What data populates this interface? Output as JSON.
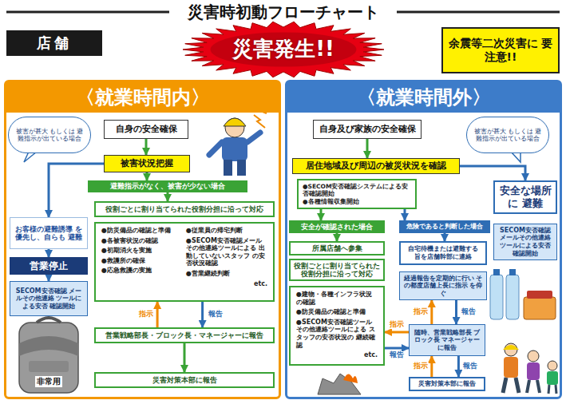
{
  "diagram": {
    "title": "災害時初動フローチャート",
    "nodes": [
      {
        "text": [
          "店舗"
        ]
      },
      {
        "text": [
          "災害発生!!"
        ]
      },
      {
        "text": [
          "余震等二次災害に 要注意!!"
        ]
      },
      {
        "text": [
          "〈就業時間内〉"
        ]
      },
      {
        "text": [
          "被害が甚大 もしくは 避難指示が出ている場合"
        ],
        "in": 3
      },
      {
        "text": [
          "自身の安全確保"
        ],
        "in": 3
      },
      {
        "text": [
          "被害状況把握"
        ],
        "in": 3
      },
      {
        "text": [
          "避難指示がなく、被害が少ない場合"
        ],
        "in": 3
      },
      {
        "text": [
          "役割ごとに割り当てられた役割分担に沿って対応"
        ],
        "in": 3
      },
      {
        "text": [
          "●防災備品の確認と準備",
          "●各被害状況の確認",
          "●初期消火を実施",
          "●救護所の確保",
          "●応急救護の実施",
          "●従業員の帰宅判断",
          "●SECOM安否確認メール その他連絡ツールによる 出動していないスタッフ の安否状況確認",
          "●営業継続判断",
          "etc."
        ],
        "in": 3
      },
      {
        "text": [
          "営業戦略部長・ブロック長・マネージャーに報告"
        ],
        "in": 3
      },
      {
        "text": [
          "災害対策本部に報告"
        ],
        "in": 3
      },
      {
        "text": [
          "お客様の避難誘導 を優先し、自らも 避難"
        ],
        "in": 3
      },
      {
        "text": [
          "営業停止"
        ],
        "in": 3
      },
      {
        "text": [
          "SECOM安否確認 メールその他連絡 ツールによる安否 確認開始"
        ],
        "in": 3
      },
      {
        "text": [
          "〈就業時間外〉"
        ]
      },
      {
        "text": [
          "自身及び家族の安全確保"
        ],
        "in": 15
      },
      {
        "text": [
          "被害が甚大 もしくは 避難指示が出ている場合"
        ],
        "in": 15
      },
      {
        "text": [
          "居住地域及び周辺の被災状況を確認"
        ],
        "in": 15
      },
      {
        "text": [
          "●SECOM安否確認システムによる安否確認開始",
          "●各種情報収集開始"
        ],
        "in": 15
      },
      {
        "text": [
          "安全な場所に 避難"
        ],
        "in": 15
      },
      {
        "text": [
          "SECOM安否確認 メールその他連絡 ツールによる安否 確認開始"
        ],
        "in": 15
      },
      {
        "text": [
          "安全が確認された場合"
        ],
        "in": 15
      },
      {
        "text": [
          "危険であると判断した場合"
        ],
        "in": 15
      },
      {
        "text": [
          "所属店舗へ参集"
        ],
        "in": 15
      },
      {
        "text": [
          "役割ごとに割り当てられた 役割分担に沿って対応"
        ],
        "in": 15
      },
      {
        "text": [
          "●建物・各種インフラ状況 の確認",
          "●防災備品の確認と準備",
          "●SECOM安否確認ツール その他連絡ツールによる スタッフの安否状況の 継続確認",
          "etc."
        ],
        "in": 15
      },
      {
        "text": [
          "自宅待機または避難する 旨を店舗幹部に連絡"
        ],
        "in": 15
      },
      {
        "text": [
          "経過報告を定期的に行い その都度店舗上長に指示 を仰ぐ"
        ],
        "in": 15
      },
      {
        "text": [
          "随時、営業戦略部長 ブロック長 マネージャーに報告"
        ],
        "in": 15
      },
      {
        "text": [
          "災害対策本部に報告"
        ],
        "in": 15
      }
    ],
    "edges": [
      {
        "from": 5,
        "to": 6,
        "arrow": "to"
      },
      {
        "from": 6,
        "to": 12,
        "arrow": "to"
      },
      {
        "from": 6,
        "to": 7,
        "arrow": "to"
      },
      {
        "from": 7,
        "to": 8,
        "arrow": "to"
      },
      {
        "from": 10,
        "to": 9,
        "label": "指示",
        "arrow": "to"
      },
      {
        "from": 9,
        "to": 10,
        "label": "報告",
        "arrow": "to"
      },
      {
        "from": 10,
        "to": 11,
        "arrow": "to"
      },
      {
        "from": 12,
        "to": 13,
        "arrow": "to"
      },
      {
        "from": 13,
        "to": 14,
        "arrow": "to"
      },
      {
        "from": 16,
        "to": 18,
        "arrow": "to"
      },
      {
        "from": 18,
        "to": 20,
        "arrow": "to"
      },
      {
        "from": 19,
        "to": 22,
        "arrow": "to"
      },
      {
        "from": 19,
        "to": 23,
        "arrow": "to"
      },
      {
        "from": 22,
        "to": 24,
        "arrow": "to"
      },
      {
        "from": 23,
        "to": 27,
        "arrow": "to"
      },
      {
        "from": 29,
        "to": 26,
        "label": "指示",
        "arrow": "to"
      },
      {
        "from": 26,
        "to": 29,
        "label": "報告",
        "arrow": "to"
      },
      {
        "from": 28,
        "to": 29,
        "label": "報告",
        "arrow": "to"
      },
      {
        "from": 29,
        "to": 28,
        "label": "指示",
        "arrow": "to"
      },
      {
        "from": 29,
        "to": 30,
        "label": "報告",
        "arrow": "to"
      },
      {
        "from": 30,
        "to": 29,
        "label": "指示",
        "arrow": "to"
      }
    ],
    "labels": [
      "非常用"
    ]
  }
}
